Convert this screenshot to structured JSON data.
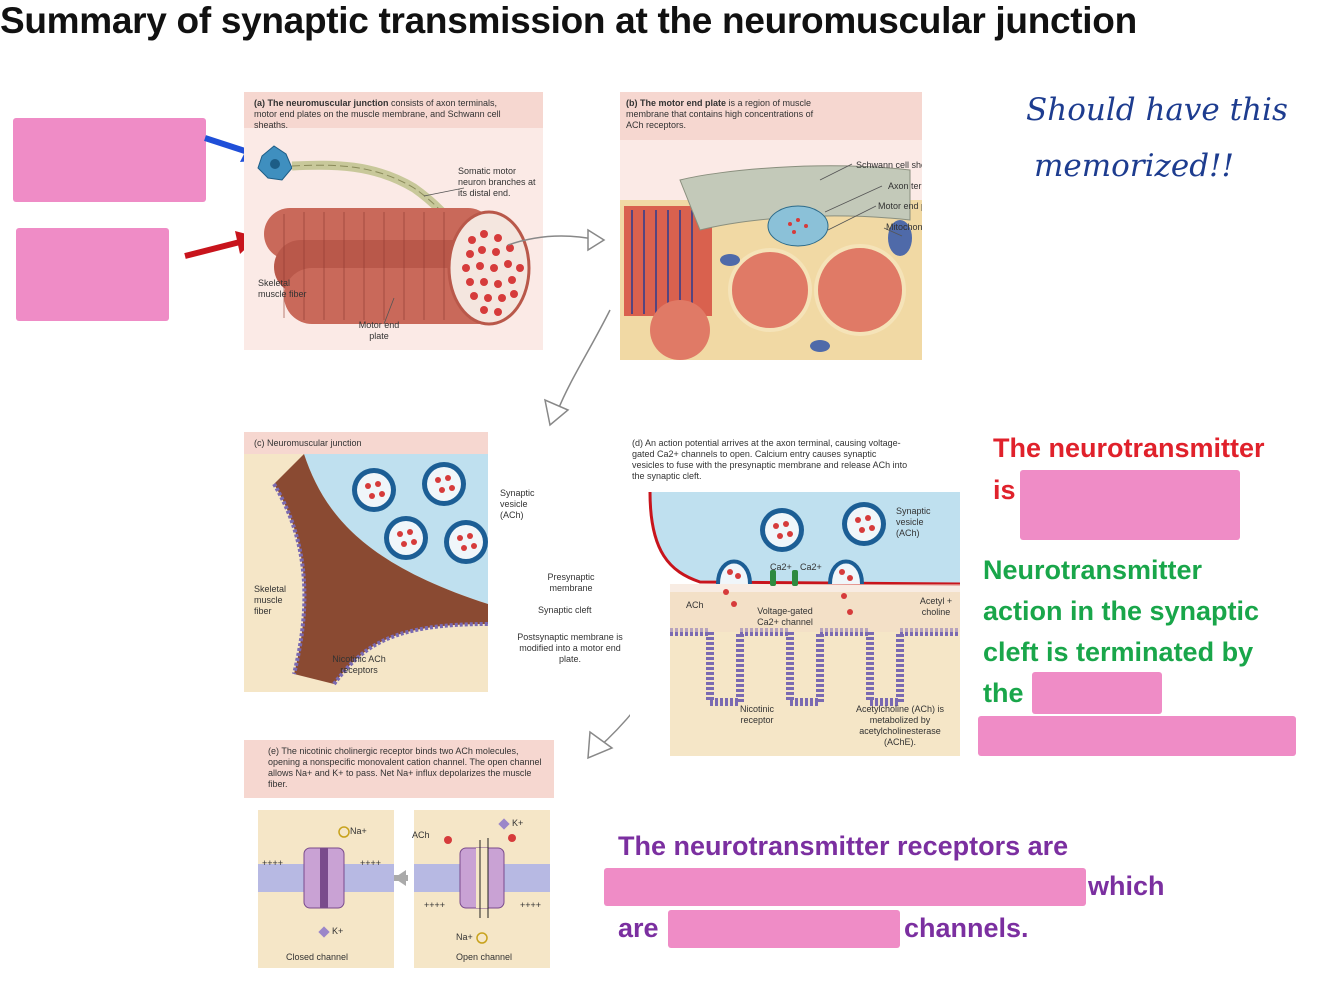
{
  "title": "Summary of synaptic transmission at the neuromuscular junction",
  "handwritten_note": [
    "Should have this",
    "memorized!!"
  ],
  "panel_a": {
    "caption_bold": "(a) The neuromuscular junction",
    "caption_rest": " consists of axon terminals, motor end plates on the muscle membrane, and Schwann cell sheaths.",
    "labels": {
      "somatic": "Somatic motor neuron branches at its distal end.",
      "skeletal": "Skeletal muscle fiber",
      "endplate": "Motor end plate"
    }
  },
  "panel_b": {
    "caption_bold": "(b) The motor end plate",
    "caption_rest": " is a region of muscle membrane that contains high concentrations of ACh receptors.",
    "labels": {
      "schwann": "Schwann cell sheath",
      "axon": "Axon terminal",
      "endplate": "Motor end plate",
      "mito": "Mitochondrion"
    }
  },
  "panel_c": {
    "caption": "(c) Neuromuscular junction",
    "labels": {
      "vesicle": "Synaptic vesicle (ACh)",
      "presyn": "Presynaptic membrane",
      "cleft": "Synaptic cleft",
      "postsyn": "Postsynaptic membrane is modified into a motor end plate.",
      "skeletal": "Skeletal muscle fiber",
      "nicotinic": "Nicotinic ACh receptors"
    }
  },
  "panel_d": {
    "caption": "(d) An action potential arrives at the axon terminal, causing voltage-gated Ca2+ channels to open. Calcium entry causes synaptic vesicles to fuse with the presynaptic membrane and release ACh into the synaptic cleft.",
    "labels": {
      "vesicle": "Synaptic vesicle (ACh)",
      "ach": "ACh",
      "ca1": "Ca2+",
      "ca2": "Ca2+",
      "vgc": "Voltage-gated Ca2+ channel",
      "acetyl": "Acetyl + choline",
      "nicotinic": "Nicotinic receptor",
      "ache": "Acetylcholine (ACh) is metabolized by acetylcholinesterase (AChE)."
    }
  },
  "panel_e": {
    "caption": "(e) The nicotinic cholinergic receptor binds two ACh molecules, opening a nonspecific monovalent cation channel. The open channel allows Na+ and K+ to pass. Net Na+ influx depolarizes the muscle fiber.",
    "labels": {
      "na_top": "Na+",
      "k_bottom": "K+",
      "closed": "Closed channel",
      "ach": "ACh",
      "k_top": "K+",
      "na_bottom": "Na+",
      "open": "Open channel",
      "plus_left": "++++",
      "plus_right": "++++",
      "plus_open_bottom_l": "++++",
      "plus_open_bottom_r": "++++"
    }
  },
  "questions": {
    "q1_line1": "The neurotransmitter",
    "q1_line2": "is",
    "q2_line1": "Neurotransmitter",
    "q2_line2": "action in the synaptic",
    "q2_line3": "cleft is terminated by",
    "q2_line4": "the",
    "q3_line1": "The neurotransmitter receptors are",
    "q3_which": "which",
    "q3_are": "are",
    "q3_channels": "channels."
  },
  "colors": {
    "mask": "#ef8cc6",
    "question_red": "#e0212b",
    "question_green": "#19a64a",
    "question_purple": "#7b2fa0",
    "arrow_blue": "#1f4fd8",
    "arrow_red": "#c8141c"
  }
}
